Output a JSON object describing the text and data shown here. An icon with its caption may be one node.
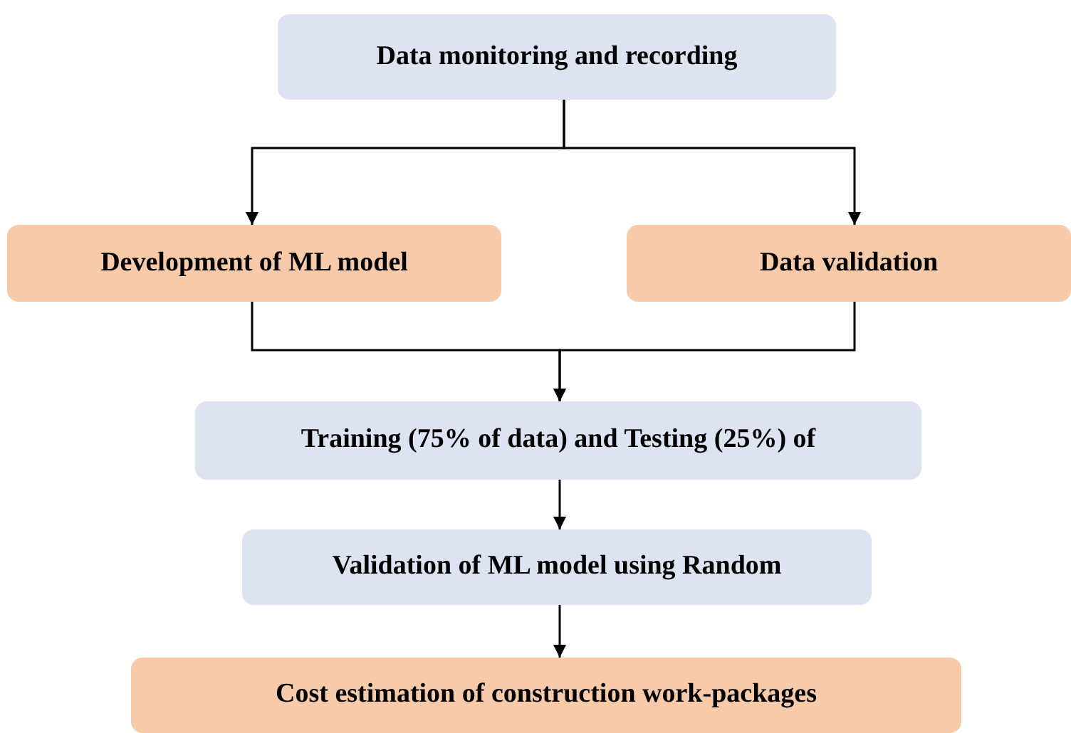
{
  "diagram": {
    "nodes": [
      {
        "text": [
          "Data monitoring and recording"
        ]
      },
      {
        "text": [
          "Development of ML model"
        ]
      },
      {
        "text": [
          "Data validation"
        ]
      },
      {
        "text": [
          "Training (75% of data) and Testing (25%) of"
        ]
      },
      {
        "text": [
          "Validation of ML model using Random"
        ]
      },
      {
        "text": [
          "Cost estimation of construction work-packages"
        ]
      }
    ],
    "edges": [
      {
        "from": 0,
        "to": 1,
        "arrow": "to"
      },
      {
        "from": 0,
        "to": 2,
        "arrow": "to"
      },
      {
        "from": 1,
        "to": 3,
        "arrow": "to"
      },
      {
        "from": 2,
        "to": 3,
        "arrow": "to"
      },
      {
        "from": 3,
        "to": 4,
        "arrow": "to"
      },
      {
        "from": 4,
        "to": 5,
        "arrow": "to"
      }
    ]
  }
}
